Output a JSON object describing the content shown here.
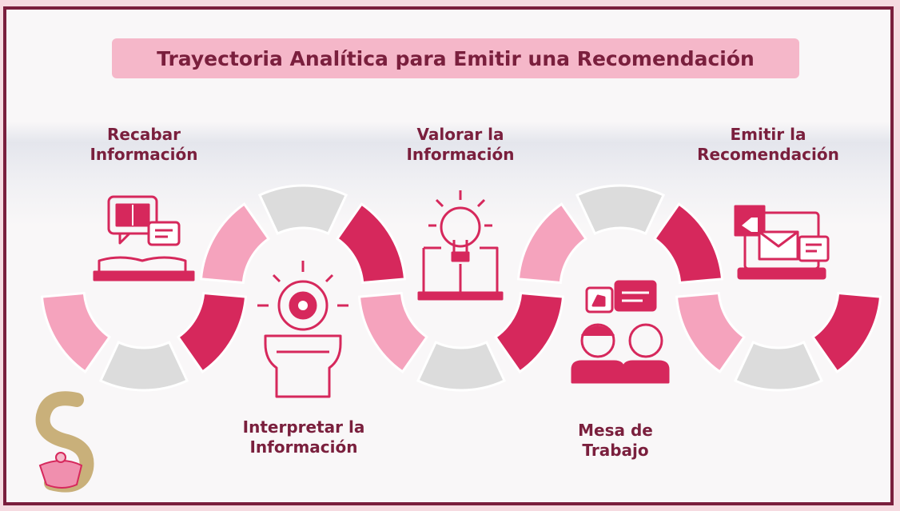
{
  "title": "Trayectoria Analítica para Emitir una Recomendación",
  "steps": [
    {
      "line1": "Recabar",
      "line2": "Información",
      "icon": "book-chat-icon"
    },
    {
      "line1": "Interpretar la",
      "line2": "Información",
      "icon": "head-gear-icon"
    },
    {
      "line1": "Valorar la",
      "line2": "Información",
      "icon": "lightbulb-book-icon"
    },
    {
      "line1": "Mesa de",
      "line2": "Trabajo",
      "icon": "meeting-people-icon"
    },
    {
      "line1": "Emitir la",
      "line2": "Recomendación",
      "icon": "laptop-email-icon"
    }
  ],
  "colors": {
    "dark": "#d6285c",
    "light": "#f5a3bd",
    "gray": "#dcdcdc",
    "maroon": "#7a1f3d",
    "title_bg": "#f5b7c9"
  }
}
